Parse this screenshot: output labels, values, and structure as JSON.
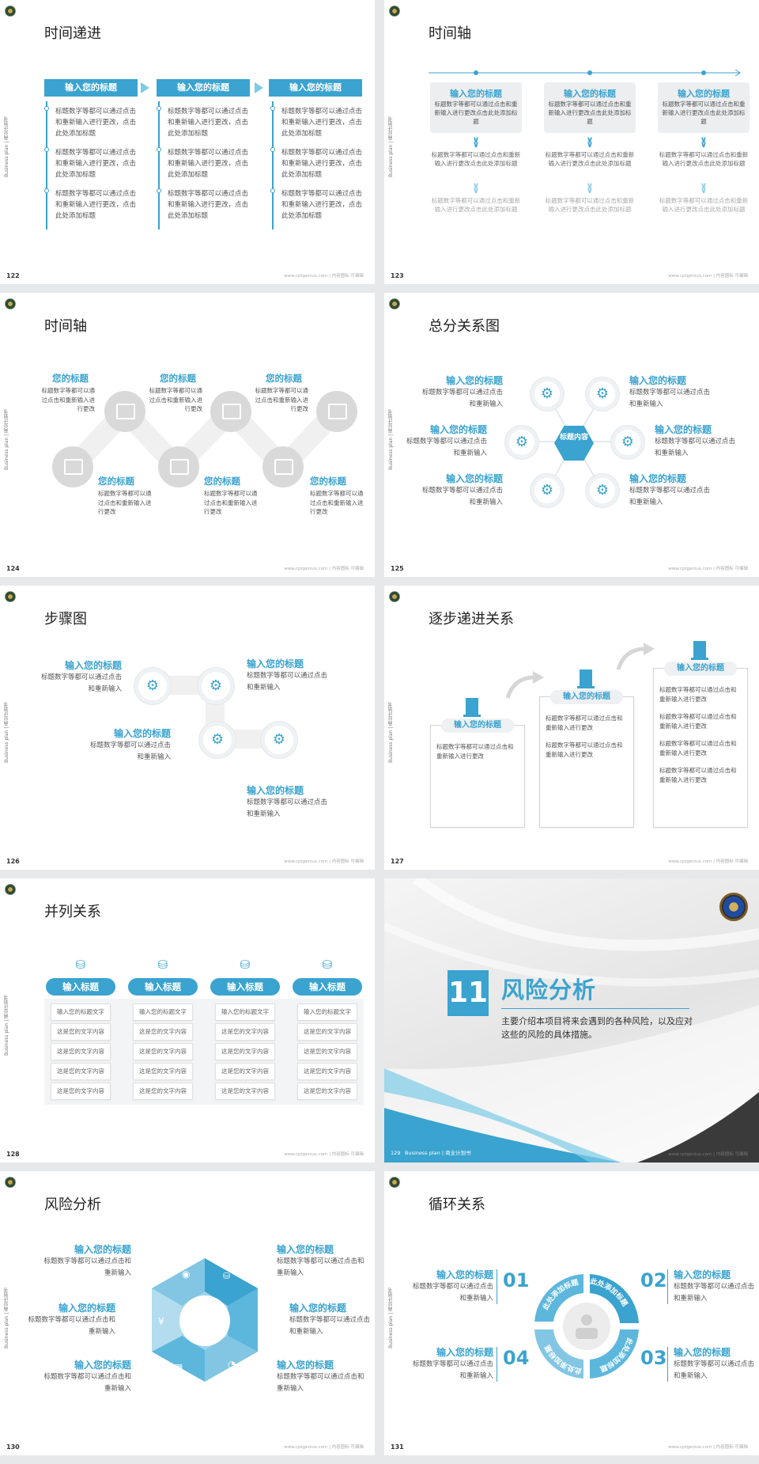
{
  "common": {
    "side_label": "Business plan | 商业计划书",
    "footer": "www.cptgenius.com | 内容图标 可编辑"
  },
  "s122": {
    "title": "时间递进",
    "page": "122",
    "cols": [
      {
        "head": "输入您的标题",
        "items": [
          "标题数字等都可以通过点击和重新输入进行更改，点击此处添加标题",
          "标题数字等都可以通过点击和重新输入进行更改，点击此处添加标题",
          "标题数字等都可以通过点击和重新输入进行更改，点击此处添加标题"
        ]
      },
      {
        "head": "输入您的标题",
        "items": [
          "标题数字等都可以通过点击和重新输入进行更改，点击此处添加标题",
          "标题数字等都可以通过点击和重新输入进行更改，点击此处添加标题",
          "标题数字等都可以通过点击和重新输入进行更改，点击此处添加标题"
        ]
      },
      {
        "head": "输入您的标题",
        "items": [
          "标题数字等都可以通过点击和重新输入进行更改，点击此处添加标题",
          "标题数字等都可以通过点击和重新输入进行更改，点击此处添加标题",
          "标题数字等都可以通过点击和重新输入进行更改，点击此处添加标题"
        ]
      }
    ]
  },
  "s123": {
    "title": "时间轴",
    "page": "123",
    "cols": [
      {
        "head": "输入您的标题",
        "desc": "标题数字等都可以通过点击和重新输入进行更改点击此处添加标题",
        "t2": "标题数字等都可以通过点击和重新输入进行更改点击此处添加标题",
        "t3": "标题数字等都可以通过点击和重新输入进行更改点击此处添加标题"
      },
      {
        "head": "输入您的标题",
        "desc": "标题数字等都可以通过点击和重新输入进行更改点击此处添加标题",
        "t2": "标题数字等都可以通过点击和重新输入进行更改点击此处添加标题",
        "t3": "标题数字等都可以通过点击和重新输入进行更改点击此处添加标题"
      },
      {
        "head": "输入您的标题",
        "desc": "标题数字等都可以通过点击和重新输入进行更改点击此处添加标题",
        "t2": "标题数字等都可以通过点击和重新输入进行更改点击此处添加标题",
        "t3": "标题数字等都可以通过点击和重新输入进行更改点击此处添加标题"
      }
    ]
  },
  "s124": {
    "title": "时间轴",
    "page": "124",
    "top": [
      {
        "head": "您的标题",
        "desc": "标题数字等都可以通过点击和重新输入进行更改"
      },
      {
        "head": "您的标题",
        "desc": "标题数字等都可以通过点击和重新输入进行更改"
      },
      {
        "head": "您的标题",
        "desc": "标题数字等都可以通过点击和重新输入进行更改"
      }
    ],
    "bottom": [
      {
        "head": "您的标题",
        "desc": "标题数字等都可以通过点击和重新输入进行更改"
      },
      {
        "head": "您的标题",
        "desc": "标题数字等都可以通过点击和重新输入进行更改"
      },
      {
        "head": "您的标题",
        "desc": "标题数字等都可以通过点击和重新输入进行更改"
      }
    ]
  },
  "s125": {
    "title": "总分关系图",
    "page": "125",
    "center": "标题内容",
    "blocks": [
      {
        "head": "输入您的标题",
        "desc": "标题数字等都可以通过点击和重新输入"
      },
      {
        "head": "输入您的标题",
        "desc": "标题数字等都可以通过点击和重新输入"
      },
      {
        "head": "输入您的标题",
        "desc": "标题数字等都可以通过点击和重新输入"
      },
      {
        "head": "输入您的标题",
        "desc": "标题数字等都可以通过点击和重新输入"
      },
      {
        "head": "输入您的标题",
        "desc": "标题数字等都可以通过点击和重新输入"
      },
      {
        "head": "输入您的标题",
        "desc": "标题数字等都可以通过点击和重新输入"
      }
    ]
  },
  "s126": {
    "title": "步骤图",
    "page": "126",
    "blocks": [
      {
        "head": "输入您的标题",
        "desc": "标题数字等都可以通过点击和重新输入"
      },
      {
        "head": "输入您的标题",
        "desc": "标题数字等都可以通过点击和重新输入"
      },
      {
        "head": "输入您的标题",
        "desc": "标题数字等都可以通过点击和重新输入"
      },
      {
        "head": "输入您的标题",
        "desc": "标题数字等都可以通过点击和重新输入"
      }
    ]
  },
  "s127": {
    "title": "逐步递进关系",
    "page": "127",
    "steps": [
      {
        "head": "输入您的标题",
        "items": [
          "标题数字等都可以通过点击和重新输入进行更改"
        ]
      },
      {
        "head": "输入您的标题",
        "items": [
          "标题数字等都可以通过点击和重新输入进行更改",
          "标题数字等都可以通过点击和重新输入进行更改"
        ]
      },
      {
        "head": "输入您的标题",
        "items": [
          "标题数字等都可以通过点击和重新输入进行更改",
          "标题数字等都可以通过点击和重新输入进行更改",
          "标题数字等都可以通过点击和重新输入进行更改",
          "标题数字等都可以通过点击和重新输入进行更改"
        ]
      }
    ]
  },
  "s128": {
    "title": "并列关系",
    "page": "128",
    "heads": [
      "输入标题",
      "输入标题",
      "输入标题",
      "输入标题"
    ],
    "rows": [
      [
        "输入您的标题文字",
        "输入您的标题文字",
        "输入您的标题文字",
        "输入您的标题文字"
      ],
      [
        "这是您的文字内容",
        "这是您的文字内容",
        "这是您的文字内容",
        "这是您的文字内容"
      ],
      [
        "这是您的文字内容",
        "这是您的文字内容",
        "这是您的文字内容",
        "这是您的文字内容"
      ],
      [
        "这是您的文字内容",
        "这是您的文字内容",
        "这是您的文字内容",
        "这是您的文字内容"
      ],
      [
        "这是您的文字内容",
        "这是您的文字内容",
        "这是您的文字内容",
        "这是您的文字内容"
      ]
    ]
  },
  "s129": {
    "number": "11",
    "title": "风险分析",
    "desc": "主要介绍本项目将来会遇到的各种风险，以及应对这些的风险的具体措施。",
    "page": "129",
    "brand": "Business plan | 商业计划书"
  },
  "s130": {
    "title": "风险分析",
    "page": "130",
    "blocks": [
      {
        "head": "输入您的标题",
        "desc": "标题数字等都可以通过点击和重新输入"
      },
      {
        "head": "输入您的标题",
        "desc": "标题数字等都可以通过点击和重新输入"
      },
      {
        "head": "输入您的标题",
        "desc": "标题数字等都可以通过点击和重新输入"
      },
      {
        "head": "输入您的标题",
        "desc": "标题数字等都可以通过点击和重新输入"
      },
      {
        "head": "输入您的标题",
        "desc": "标题数字等都可以通过点击和重新输入"
      },
      {
        "head": "输入您的标题",
        "desc": "标题数字等都可以通过点击和重新输入"
      }
    ]
  },
  "s131": {
    "title": "循环关系",
    "page": "131",
    "nums": [
      "01",
      "02",
      "03",
      "04"
    ],
    "ring": [
      "此处添加标题",
      "此处添加标题",
      "此处添加标题",
      "此处添加标题"
    ],
    "blocks": [
      {
        "head": "输入您的标题",
        "desc": "标题数字等都可以通过点击和重新输入"
      },
      {
        "head": "输入您的标题",
        "desc": "标题数字等都可以通过点击和重新输入"
      },
      {
        "head": "输入您的标题",
        "desc": "标题数字等都可以通过点击和重新输入"
      },
      {
        "head": "输入您的标题",
        "desc": "标题数字等都可以通过点击和重新输入"
      }
    ]
  },
  "colors": {
    "accent": "#3aa3cf",
    "light_accent": "#7ccbe7",
    "dark": "#333333"
  }
}
